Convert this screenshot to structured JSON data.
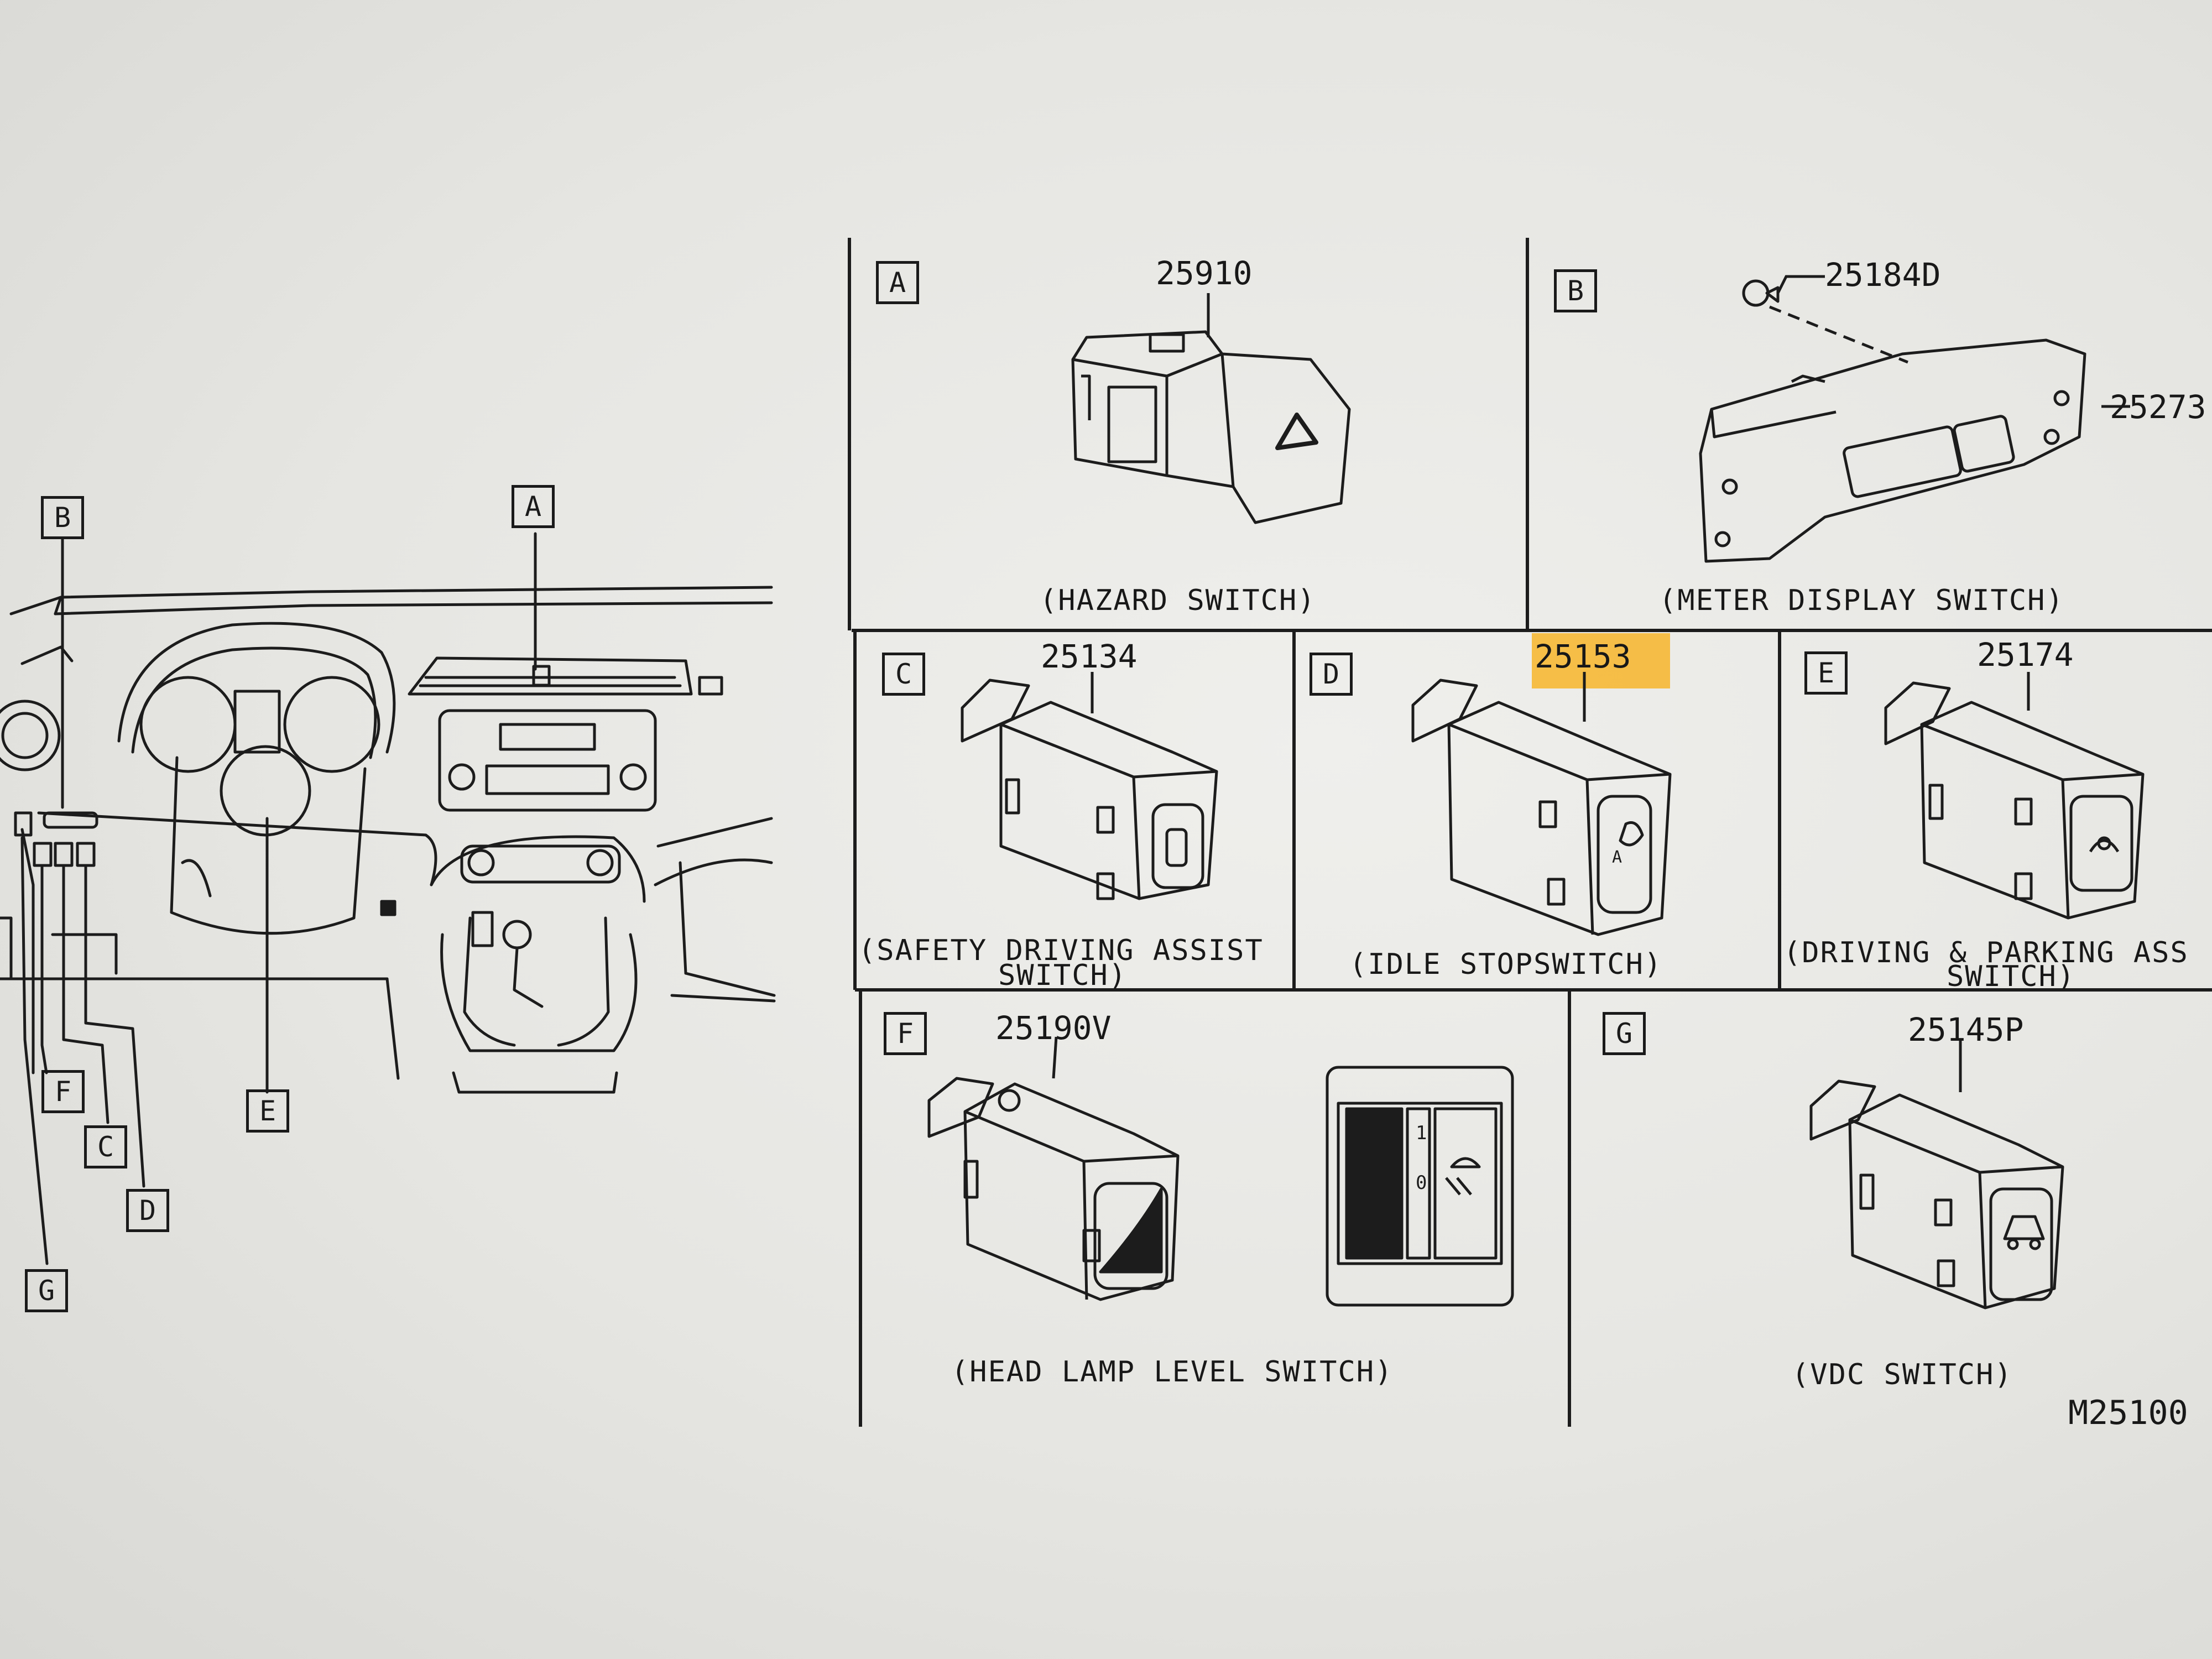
{
  "figure_code": "M25100",
  "overview": {
    "callouts": [
      "A",
      "B",
      "C",
      "D",
      "E",
      "F",
      "G"
    ]
  },
  "panels": [
    {
      "letter": "A",
      "part_number": "25910",
      "caption": "(HAZARD SWITCH)"
    },
    {
      "letter": "B",
      "part_number": "25184D",
      "part_number_2": "25273",
      "caption": "(METER DISPLAY SWITCH)"
    },
    {
      "letter": "C",
      "part_number": "25134",
      "caption_line1": "(SAFETY DRIVING ASSIST",
      "caption_line2": "SWITCH)"
    },
    {
      "letter": "D",
      "part_number": "25153",
      "caption": "(IDLE STOPSWITCH)",
      "highlight_color": "#f7b52a"
    },
    {
      "letter": "E",
      "part_number": "25174",
      "caption_line1": "(DRIVING & PARKING ASS",
      "caption_line2": "SWITCH)"
    },
    {
      "letter": "F",
      "part_number": "25190V",
      "caption": "(HEAD LAMP LEVEL SWITCH)"
    },
    {
      "letter": "G",
      "part_number": "25145P",
      "caption": "(VDC SWITCH)"
    }
  ]
}
